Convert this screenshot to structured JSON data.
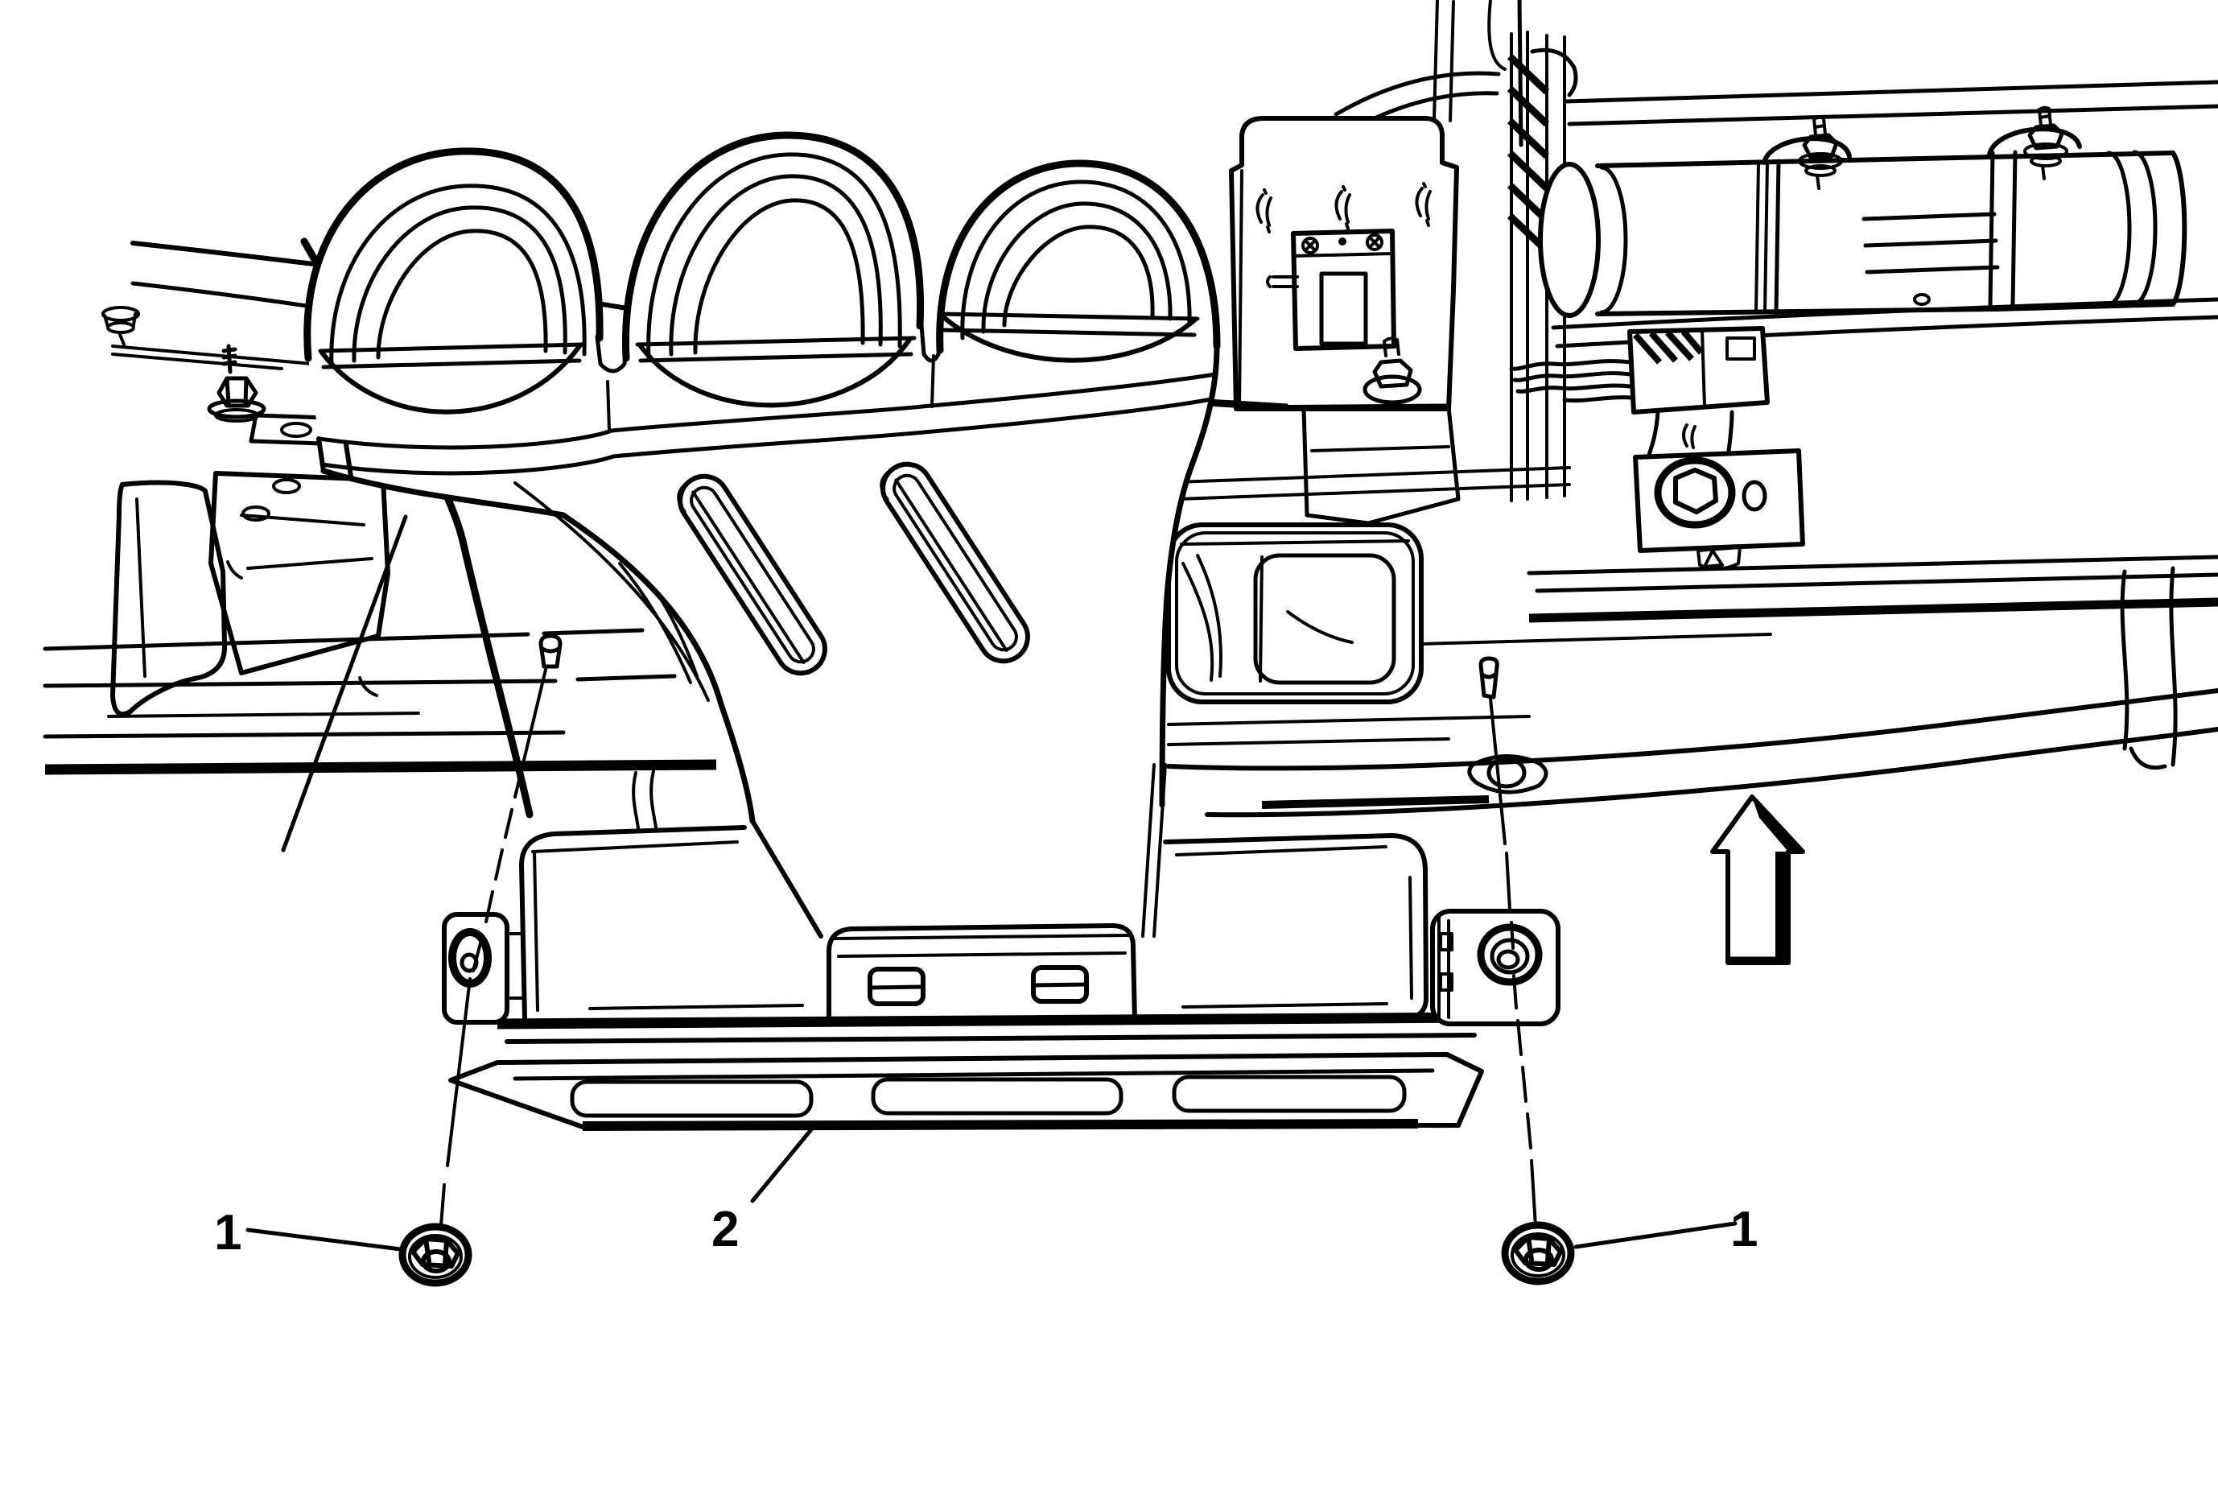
{
  "figure": {
    "kind": "service-manual line illustration",
    "background_color": "#ffffff",
    "line_color": "#000000",
    "callouts": [
      {
        "label": "1",
        "target": "left-mounting-nut"
      },
      {
        "label": "2",
        "target": "air-outlet-duct"
      },
      {
        "label": "1",
        "target": "right-mounting-nut"
      }
    ],
    "icons": [
      {
        "name": "up-direction-arrow",
        "meaning": "installation direction (upward)"
      }
    ],
    "parts": {
      "nuts_count": 2,
      "duct_count": 1
    }
  }
}
